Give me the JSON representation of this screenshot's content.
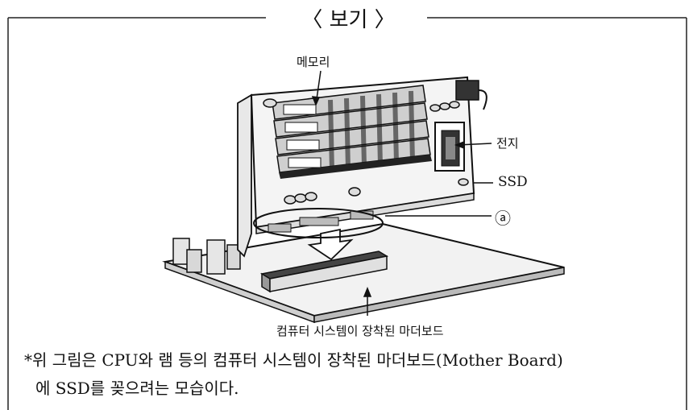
{
  "title": "〈 보기 〉",
  "labels": {
    "memory": "메모리",
    "battery": "전지",
    "ssd": "SSD",
    "marker": "ⓐ",
    "motherboard": "컴퓨터 시스템이 장착된 마더보드"
  },
  "caption": {
    "line1": "*위 그림은 CPU와 램 등의 컴퓨터 시스템이 장착된 마더보드(Mother Board)",
    "line2": "에 SSD를 꽂으려는 모습이다."
  }
}
